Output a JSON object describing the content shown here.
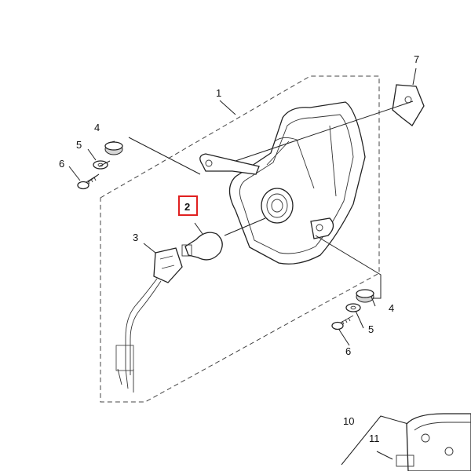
{
  "diagram": {
    "callouts": [
      {
        "id": "c1",
        "text": "1"
      },
      {
        "id": "c2",
        "text": "2"
      },
      {
        "id": "c3",
        "text": "3"
      },
      {
        "id": "c4a",
        "text": "4"
      },
      {
        "id": "c5a",
        "text": "5"
      },
      {
        "id": "c6a",
        "text": "6"
      },
      {
        "id": "c7",
        "text": "7"
      },
      {
        "id": "c4b",
        "text": "4"
      },
      {
        "id": "c5b",
        "text": "5"
      },
      {
        "id": "c6b",
        "text": "6"
      },
      {
        "id": "c10",
        "text": "10"
      },
      {
        "id": "c11",
        "text": "11"
      }
    ],
    "highlight_color": "#e02020"
  }
}
